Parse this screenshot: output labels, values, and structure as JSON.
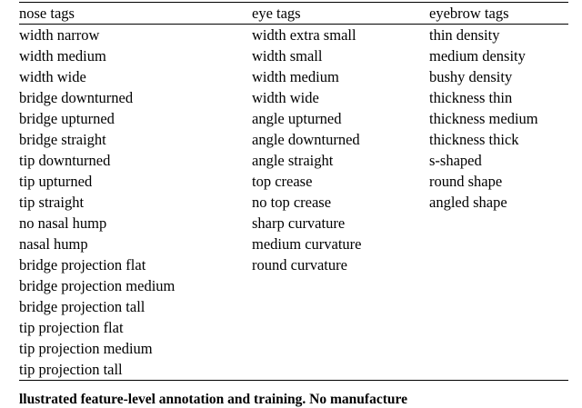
{
  "document": {
    "table": {
      "columns": [
        {
          "header": "nose tags",
          "items": [
            "width narrow",
            "width medium",
            "width wide",
            "bridge downturned",
            "bridge upturned",
            "bridge straight",
            "tip downturned",
            "tip upturned",
            "tip straight",
            "no nasal hump",
            "nasal hump",
            "bridge projection flat",
            "bridge projection medium",
            "bridge projection tall",
            "tip projection flat",
            "tip projection medium",
            "tip projection tall"
          ]
        },
        {
          "header": "eye tags",
          "items": [
            "width extra small",
            "width small",
            "width medium",
            "width wide",
            "angle upturned",
            "angle downturned",
            "angle straight",
            "top crease",
            "no top crease",
            "sharp curvature",
            "medium curvature",
            "round curvature",
            "",
            "",
            "",
            "",
            ""
          ]
        },
        {
          "header": "eyebrow tags",
          "items": [
            "thin density",
            "medium density",
            "bushy density",
            "thickness thin",
            "thickness medium",
            "thickness thick",
            "s-shaped",
            "round shape",
            "angled shape",
            "",
            "",
            "",
            "",
            "",
            "",
            "",
            ""
          ]
        }
      ]
    },
    "caption": "llustrated feature-level annotation and training. No manufacture",
    "colors": {
      "text": "#000000",
      "rule": "#000000",
      "background": "#ffffff"
    }
  }
}
